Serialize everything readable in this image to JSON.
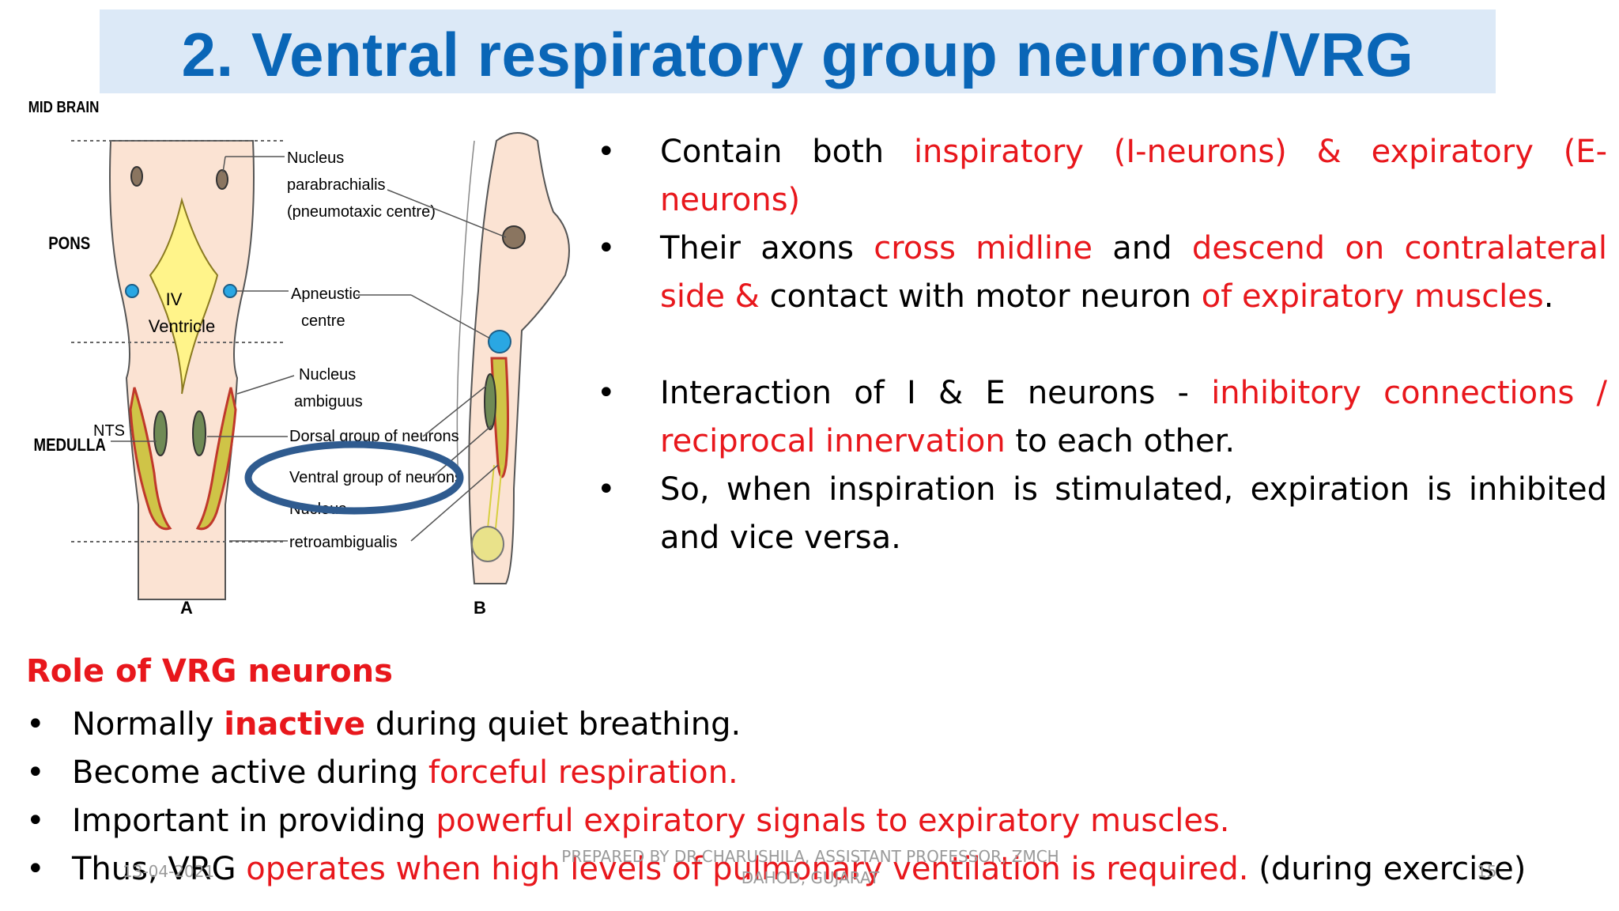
{
  "slide": {
    "title": "2. Ventral respiratory group neurons/VRG"
  },
  "diagram": {
    "regions": {
      "midbrain": "MID BRAIN",
      "pons": "PONS",
      "medulla": "MEDULLA"
    },
    "nts": "NTS",
    "ventricle_line1": "IV",
    "ventricle_line2": "Ventricle",
    "labels": {
      "parabrachialis_1": "Nucleus",
      "parabrachialis_2": "parabrachialis",
      "parabrachialis_3": "(pneumotaxic centre)",
      "apneustic_1": "Apneustic",
      "apneustic_2": "centre",
      "ambiguus_1": "Nucleus",
      "ambiguus_2": "ambiguus",
      "dorsal": "Dorsal group of neurons",
      "ventral": "Ventral group of neurons",
      "retro_1": "Nucleus",
      "retro_2": "retroambigualis"
    },
    "panel_a": "A",
    "panel_b": "B",
    "highlight_color": "#2f5b8f"
  },
  "bullets": {
    "b1": {
      "t1": "Contain both ",
      "r1": "inspiratory (I-neurons) & expiratory (E-neurons)"
    },
    "b2": {
      "t1": "Their axons ",
      "r1": "cross midline",
      "t2": " and ",
      "r2": "descend on contralateral side & ",
      "t3": " contact with motor neuron ",
      "r3": "of expiratory muscles",
      "t4": "."
    },
    "b3": {
      "t1": "Interaction of I & E neurons - ",
      "r1": "inhibitory connections / reciprocal innervation",
      "t2": " to each other."
    },
    "b4": {
      "t1": "So, when inspiration is stimulated, expiration is inhibited and vice versa."
    }
  },
  "role": {
    "title": "Role of VRG neurons",
    "items": [
      {
        "t1": "Normally ",
        "b1": "inactive",
        "t2": " during quiet breathing."
      },
      {
        "t1": "Become active during ",
        "r1": "forceful respiration."
      },
      {
        "t1": "Important in providing ",
        "r1": "powerful expiratory signals to expiratory muscles."
      },
      {
        "t1": "Thus, VRG ",
        "r1": "operates when high levels of pulmonary ventilation is required.",
        "t2": " (during exercise)"
      }
    ]
  },
  "footer": {
    "date": "13-04-2021",
    "center_line1": "PREPARED BY DR.CHARUSHILA, ASSISTANT PROFESSOR, ZMCH",
    "center_line2": "DAHOD, GUJARAT",
    "page": "15"
  },
  "colors": {
    "title": "#0a66b7",
    "title_bg": "#dce9f7",
    "highlight_red": "#e8171c",
    "footer": "#9a9a9a"
  }
}
